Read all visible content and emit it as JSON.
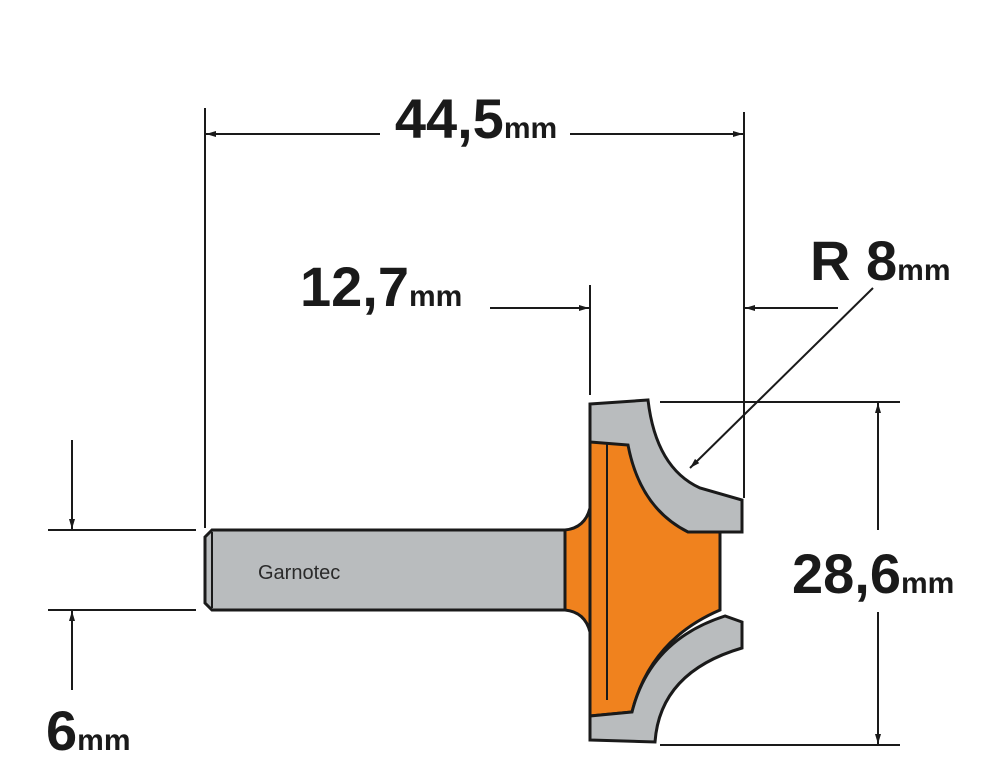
{
  "diagram": {
    "brand_label": "Garnotec",
    "colors": {
      "line": "#1a1a1a",
      "steel": "#b9bcbe",
      "steel_dark": "#8e9193",
      "body": "#f0821e",
      "body_dark": "#d66f10"
    },
    "dimensions": {
      "overall_length": {
        "value": "44,5",
        "unit": "mm"
      },
      "bearing_offset": {
        "value": "12,7",
        "unit": "mm"
      },
      "radius": {
        "prefix": "R ",
        "value": "8",
        "unit": "mm"
      },
      "cutting_height": {
        "value": "28,6",
        "unit": "mm"
      },
      "shank_diameter": {
        "value": "6",
        "unit": "mm"
      }
    }
  }
}
